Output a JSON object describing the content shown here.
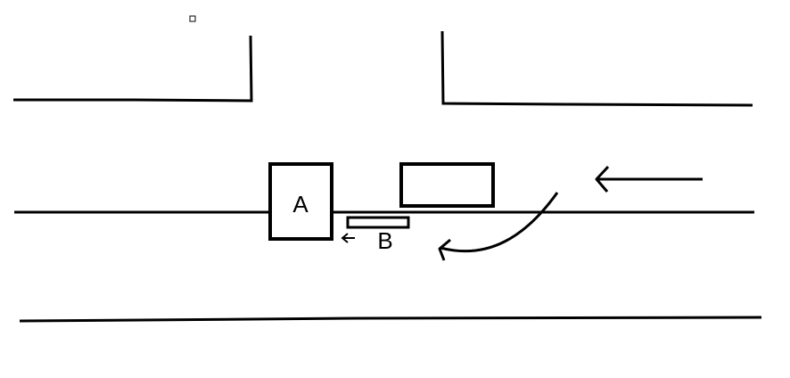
{
  "diagram": {
    "labels": {
      "vehicle_a": "A",
      "vehicle_b": "B"
    },
    "colors": {
      "stroke": "#000000",
      "background": "#ffffff"
    },
    "arrows": {
      "traffic_direction": "left",
      "turn_direction": "left-curve",
      "small_direction": "left"
    }
  }
}
